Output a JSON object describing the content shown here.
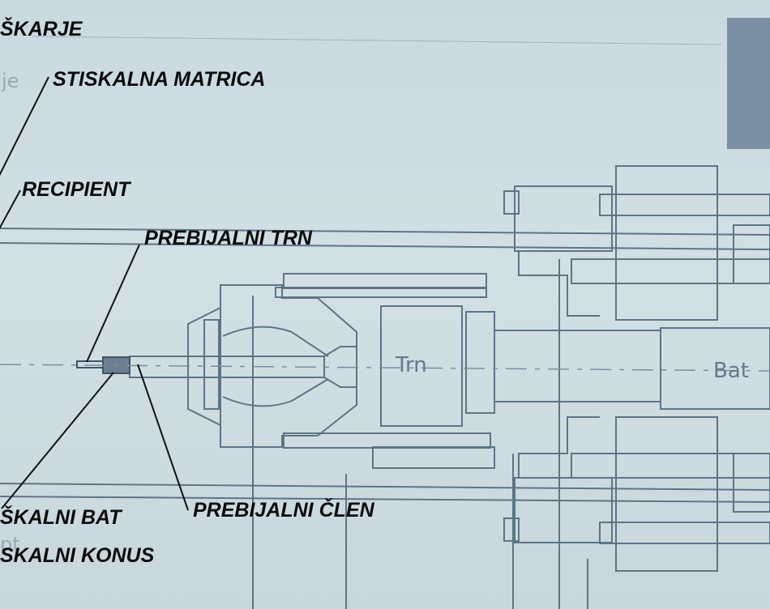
{
  "callouts": {
    "skarje": "ŠKARJE",
    "stiskalna_matrica": "STISKALNA MATRICA",
    "recipient": "RECIPIENT",
    "prebijalni_trn": "PREBIJALNI TRN",
    "prebijalni_clen": "PREBIJALNI ČLEN",
    "stiskalni_bat": "ŠKALNI BAT",
    "stiskalni_konus": "SKALNI KONUS"
  },
  "drawing_labels": {
    "trn": "Trn",
    "bat": "Bat",
    "faded_je": "je",
    "faded_pt": "pt"
  },
  "colors": {
    "background": "#cfdde2",
    "drawing_line": "#5e7486",
    "drawing_block": "#7d8fa3",
    "leader_line": "#111111",
    "callout_text": "#0c0c0c"
  }
}
